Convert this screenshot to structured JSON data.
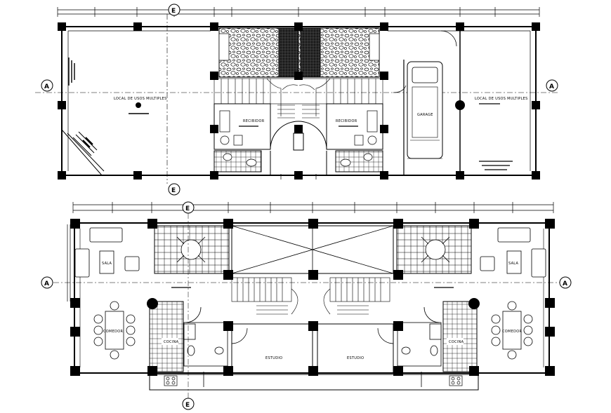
{
  "upper_plan": {
    "rooms": {
      "left_room": "LOCAL DE USOS MULTIPLES",
      "right_room": "LOCAL DE USOS MULTIPLES",
      "receiver_left": "RECIBIDOR",
      "receiver_right": "RECIBIDOR",
      "garage": "GARAGE"
    },
    "axis_markers": {
      "left": "A",
      "right": "A",
      "top": "E",
      "bottom": "E"
    }
  },
  "lower_plan": {
    "rooms": {
      "sala_left": "SALA",
      "sala_right": "SALA",
      "comedor_left": "COMEDOR",
      "comedor_right": "COMEDOR",
      "cocina_left": "COCINA",
      "cocina_right": "COCINA",
      "estudio_left": "ESTUDIO",
      "estudio_right": "ESTUDIO"
    },
    "axis_markers": {
      "left": "A",
      "right": "A",
      "top": "E",
      "bottom": "E"
    }
  }
}
